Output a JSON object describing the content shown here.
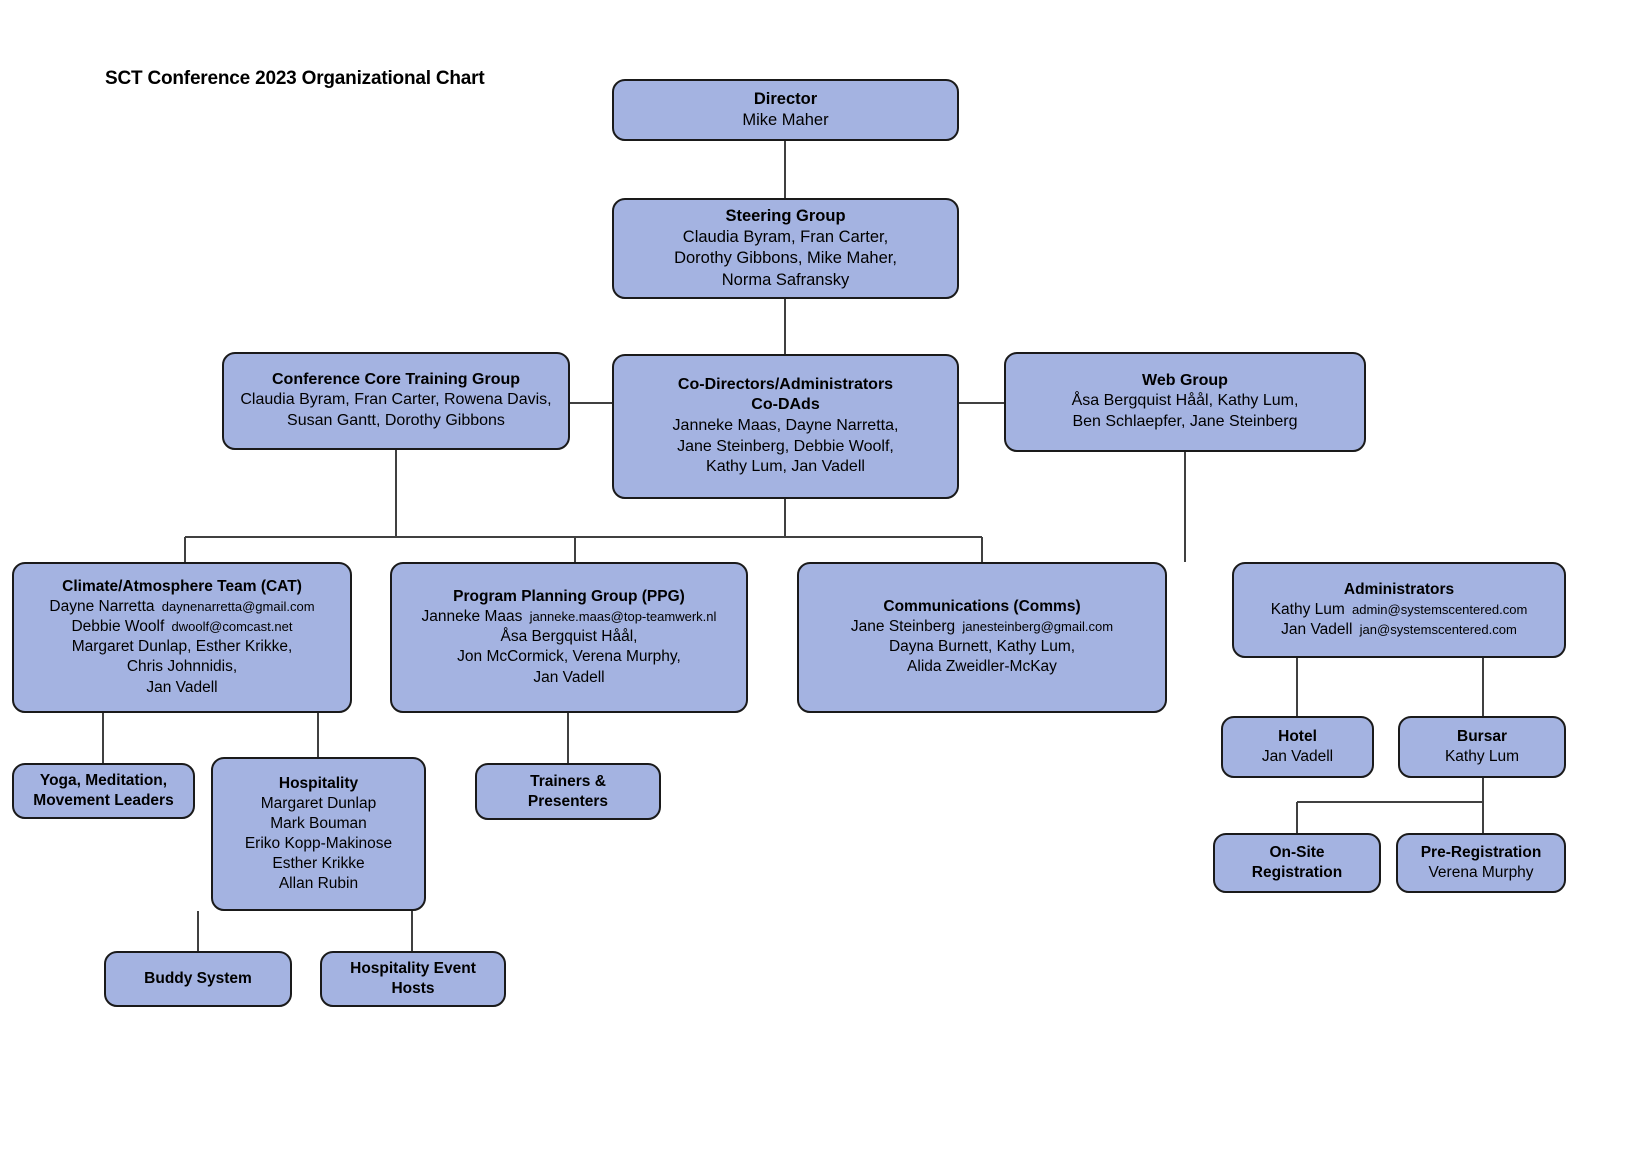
{
  "chart_data": {
    "type": "diagram",
    "title": "SCT Conference 2023 Organizational Chart",
    "diagram_kind": "organizational-chart",
    "node_fill": "#A4B3E1",
    "node_border": "#1a1a1a",
    "connector_color": "#404040",
    "nodes": [
      {
        "id": "director",
        "header": "Director",
        "body": "Mike Maher"
      },
      {
        "id": "steering",
        "header": "Steering Group",
        "body": "Claudia Byram, Fran Carter,\nDorothy Gibbons, Mike Maher,\nNorma Safransky"
      },
      {
        "id": "cctg",
        "header": "Conference Core Training Group",
        "body": "Claudia Byram, Fran Carter, Rowena Davis,\nSusan Gantt, Dorothy Gibbons"
      },
      {
        "id": "codads",
        "header": "Co-Directors/Administrators\nCo-DAds",
        "body": "Janneke Maas, Dayne Narretta,\nJane Steinberg, Debbie Woolf,\nKathy Lum, Jan Vadell"
      },
      {
        "id": "web",
        "header": "Web Group",
        "body": "Åsa Bergquist Håål, Kathy Lum,\nBen Schlaepfer, Jane Steinberg"
      },
      {
        "id": "cat",
        "header": "Climate/Atmosphere Team (CAT)",
        "body_lines": [
          {
            "name": "Dayne Narretta",
            "email": "daynenarretta@gmail.com"
          },
          {
            "name": "Debbie Woolf",
            "email": "dwoolf@comcast.net"
          },
          {
            "name": "Margaret Dunlap, Esther Krikke,",
            "email": ""
          },
          {
            "name": "Chris Johnnidis,",
            "email": ""
          },
          {
            "name": "Jan Vadell",
            "email": ""
          }
        ]
      },
      {
        "id": "ppg",
        "header": "Program Planning Group (PPG)",
        "body_lines": [
          {
            "name": "Janneke Maas",
            "email": "janneke.maas@top-teamwerk.nl"
          },
          {
            "name": "Åsa Bergquist Håål,",
            "email": ""
          },
          {
            "name": "Jon McCormick, Verena Murphy,",
            "email": ""
          },
          {
            "name": "Jan Vadell",
            "email": ""
          }
        ]
      },
      {
        "id": "comms",
        "header": "Communications (Comms)",
        "body_lines": [
          {
            "name": "Jane Steinberg",
            "email": "janesteinberg@gmail.com"
          },
          {
            "name": "Dayna Burnett, Kathy Lum,",
            "email": ""
          },
          {
            "name": "Alida Zweidler-McKay",
            "email": ""
          }
        ]
      },
      {
        "id": "admins",
        "header": "Administrators",
        "body_lines": [
          {
            "name": "Kathy Lum",
            "email": "admin@systemscentered.com"
          },
          {
            "name": "Jan Vadell",
            "email": "jan@systemscentered.com"
          }
        ]
      },
      {
        "id": "yoga",
        "header": "Yoga, Meditation,\nMovement Leaders",
        "body": ""
      },
      {
        "id": "hospitality",
        "header": "Hospitality",
        "body": "Margaret Dunlap\nMark Bouman\nEriko Kopp-Makinose\nEsther Krikke\nAllan Rubin"
      },
      {
        "id": "trainers",
        "header": "Trainers &\nPresenters",
        "body": ""
      },
      {
        "id": "hotel",
        "header": "Hotel",
        "body": "Jan Vadell"
      },
      {
        "id": "bursar",
        "header": "Bursar",
        "body": "Kathy Lum"
      },
      {
        "id": "buddy",
        "header": "Buddy System",
        "body": ""
      },
      {
        "id": "hosts",
        "header": "Hospitality Event\nHosts",
        "body": ""
      },
      {
        "id": "onsite",
        "header": "On-Site\nRegistration",
        "body": ""
      },
      {
        "id": "prereg",
        "header": "Pre-Registration",
        "body": "Verena Murphy"
      }
    ],
    "edges": [
      {
        "from": "director",
        "to": "steering"
      },
      {
        "from": "steering",
        "to": "codads"
      },
      {
        "from": "codads",
        "to": "cctg"
      },
      {
        "from": "codads",
        "to": "web"
      },
      {
        "from": "codads",
        "to": "cat"
      },
      {
        "from": "codads",
        "to": "ppg"
      },
      {
        "from": "codads",
        "to": "comms"
      },
      {
        "from": "cctg",
        "to": "cat"
      },
      {
        "from": "web",
        "to": "admins"
      },
      {
        "from": "cat",
        "to": "yoga"
      },
      {
        "from": "cat",
        "to": "hospitality"
      },
      {
        "from": "ppg",
        "to": "trainers"
      },
      {
        "from": "admins",
        "to": "hotel"
      },
      {
        "from": "admins",
        "to": "bursar"
      },
      {
        "from": "hospitality",
        "to": "buddy"
      },
      {
        "from": "hospitality",
        "to": "hosts"
      },
      {
        "from": "bursar",
        "to": "onsite"
      },
      {
        "from": "bursar",
        "to": "prereg"
      }
    ]
  }
}
